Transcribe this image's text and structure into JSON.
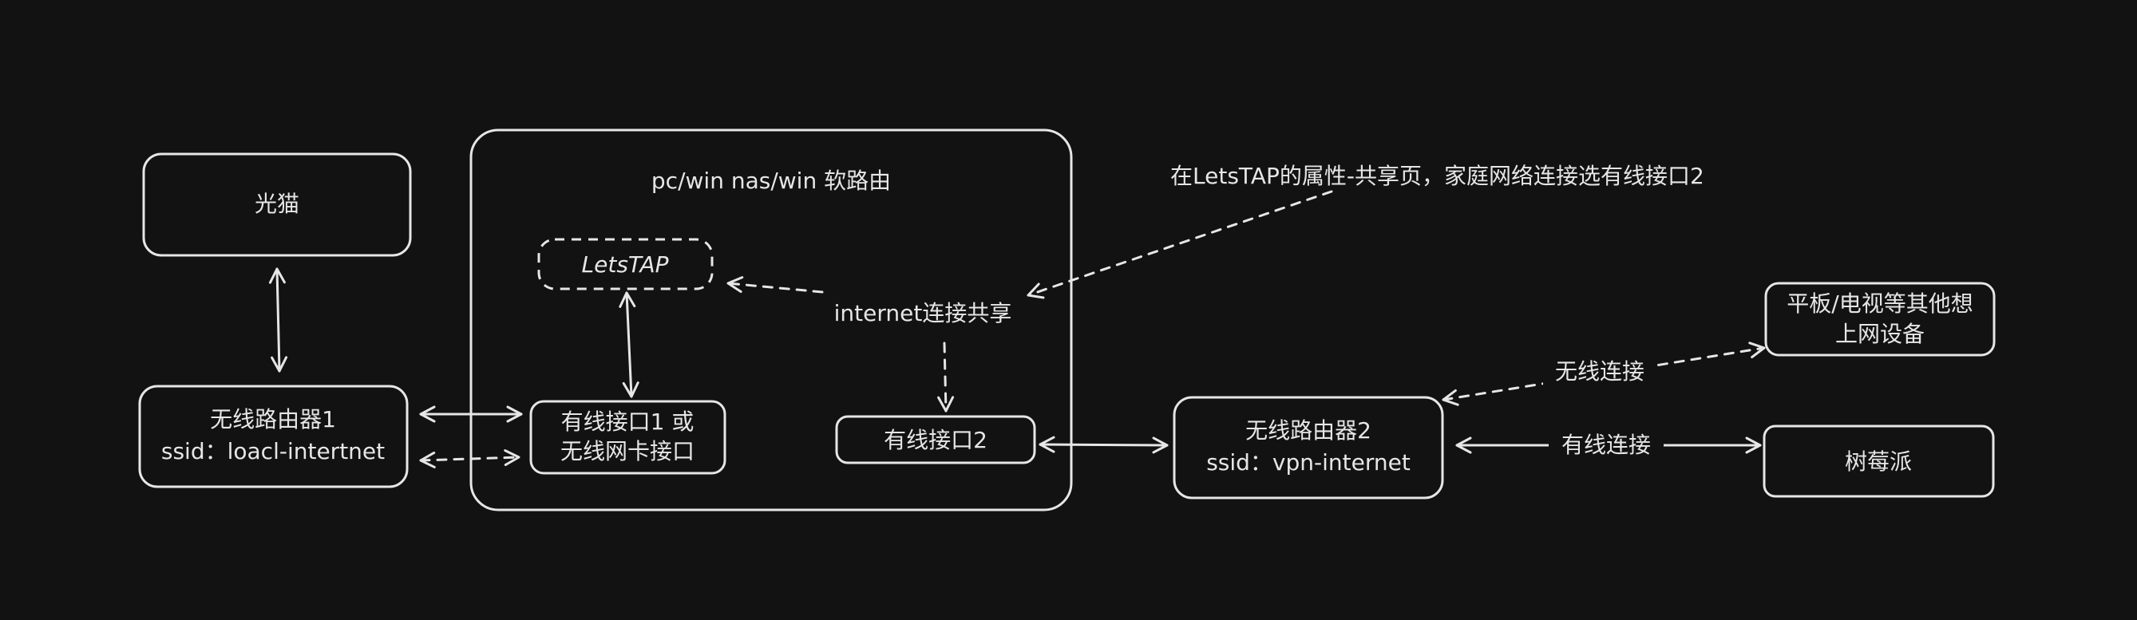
{
  "nodes": {
    "modem": {
      "lines": [
        "光猫"
      ]
    },
    "router1": {
      "lines": [
        "无线路由器1",
        "ssid：loacl-intertnet"
      ]
    },
    "softrouter": {
      "title": "pc/win nas/win 软路由"
    },
    "letstap": {
      "lines": [
        "LetsTAP"
      ]
    },
    "wired1": {
      "lines": [
        "有线接口1 或",
        "无线网卡接口"
      ]
    },
    "wired2": {
      "lines": [
        "有线接口2"
      ]
    },
    "router2": {
      "lines": [
        "无线路由器2",
        "ssid：vpn-internet"
      ]
    },
    "devices": {
      "lines": [
        "平板/电视等其他想",
        "上网设备"
      ]
    },
    "raspberry": {
      "lines": [
        "树莓派"
      ]
    }
  },
  "labels": {
    "sharing": "internet连接共享",
    "note": "在LetsTAP的属性-共享页，家庭网络连接选有线接口2",
    "wireless": "无线连接",
    "wired": "有线连接"
  },
  "colors": {
    "background": "#121212",
    "stroke": "#e6e6e6"
  }
}
